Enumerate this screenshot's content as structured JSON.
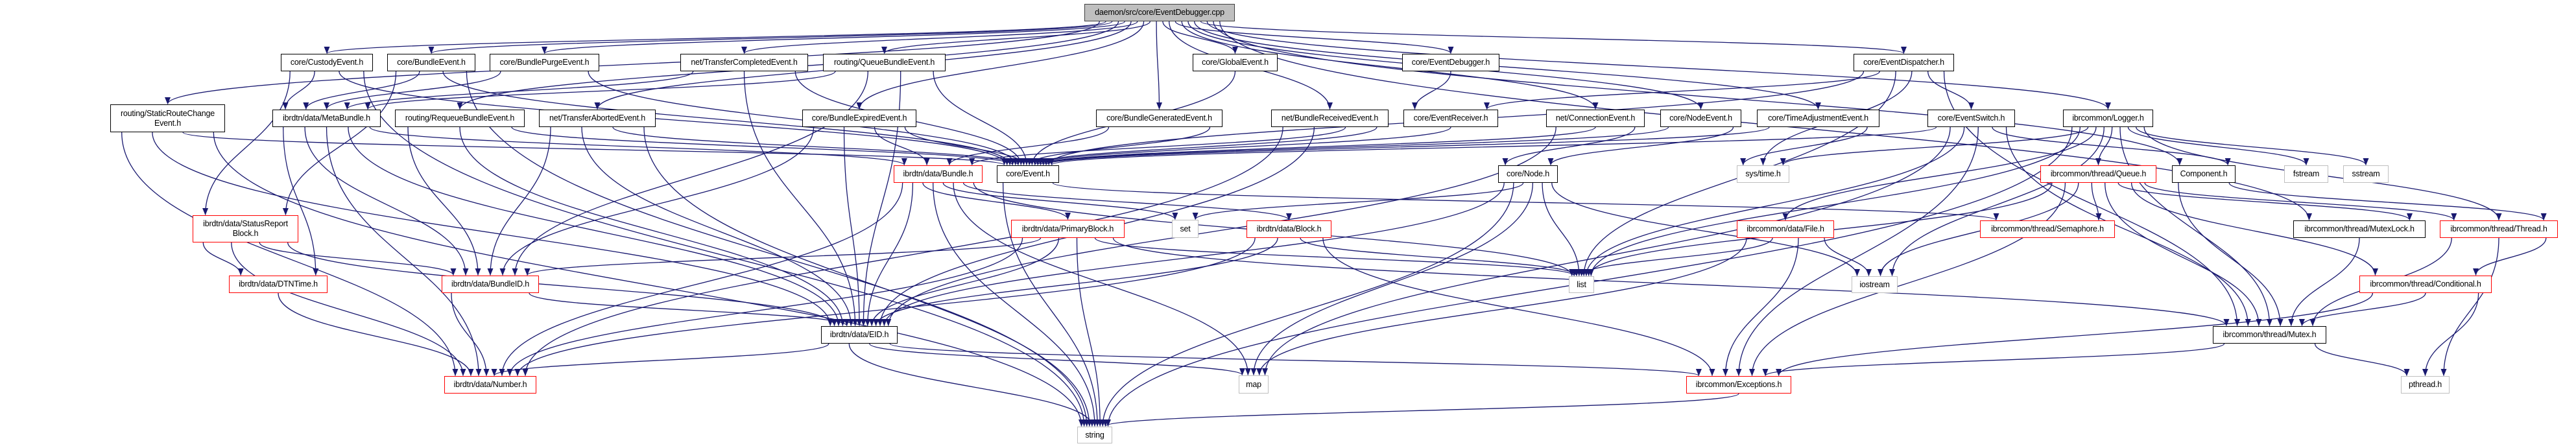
{
  "colors": {
    "edge": "#191970",
    "root_fill": "#bfbfbf",
    "root_border": "#404040",
    "documented_border": "#000000",
    "truncated_border": "#ff0000",
    "external_border": "#bfbfbf",
    "node_fill": "#ffffff",
    "text": "#000000"
  },
  "graph": {
    "root": "root",
    "nodes": [
      {
        "id": "root",
        "label": "daemon/src/core/EventDebugger.cpp",
        "style": "root"
      },
      {
        "id": "custody",
        "label": "core/CustodyEvent.h",
        "style": "documented"
      },
      {
        "id": "bevent",
        "label": "core/BundleEvent.h",
        "style": "documented"
      },
      {
        "id": "purge",
        "label": "core/BundlePurgeEvent.h",
        "style": "documented"
      },
      {
        "id": "tcomp",
        "label": "net/TransferCompletedEvent.h",
        "style": "documented"
      },
      {
        "id": "queueb",
        "label": "routing/QueueBundleEvent.h",
        "style": "documented"
      },
      {
        "id": "global",
        "label": "core/GlobalEvent.h",
        "style": "documented"
      },
      {
        "id": "evdbg",
        "label": "core/EventDebugger.h",
        "style": "documented"
      },
      {
        "id": "evdisp",
        "label": "core/EventDispatcher.h",
        "style": "documented"
      },
      {
        "id": "static",
        "label": "routing/StaticRouteChange\nEvent.h",
        "style": "documented"
      },
      {
        "id": "meta",
        "label": "ibrdtn/data/MetaBundle.h",
        "style": "documented"
      },
      {
        "id": "requeue",
        "label": "routing/RequeueBundleEvent.h",
        "style": "documented"
      },
      {
        "id": "tabort",
        "label": "net/TransferAbortedEvent.h",
        "style": "documented"
      },
      {
        "id": "bexp",
        "label": "core/BundleExpiredEvent.h",
        "style": "documented"
      },
      {
        "id": "bgen",
        "label": "core/BundleGeneratedEvent.h",
        "style": "documented"
      },
      {
        "id": "brecv",
        "label": "net/BundleReceivedEvent.h",
        "style": "documented"
      },
      {
        "id": "evrecv",
        "label": "core/EventReceiver.h",
        "style": "documented"
      },
      {
        "id": "conn",
        "label": "net/ConnectionEvent.h",
        "style": "documented"
      },
      {
        "id": "nodeev",
        "label": "core/NodeEvent.h",
        "style": "documented"
      },
      {
        "id": "timeadj",
        "label": "core/TimeAdjustmentEvent.h",
        "style": "documented"
      },
      {
        "id": "evswitch",
        "label": "core/EventSwitch.h",
        "style": "documented"
      },
      {
        "id": "logger",
        "label": "ibrcommon/Logger.h",
        "style": "documented"
      },
      {
        "id": "bundle",
        "label": "ibrdtn/data/Bundle.h",
        "style": "truncated"
      },
      {
        "id": "event",
        "label": "core/Event.h",
        "style": "documented"
      },
      {
        "id": "node",
        "label": "core/Node.h",
        "style": "documented"
      },
      {
        "id": "systime",
        "label": "sys/time.h",
        "style": "external"
      },
      {
        "id": "queue",
        "label": "ibrcommon/thread/Queue.h",
        "style": "truncated"
      },
      {
        "id": "component",
        "label": "Component.h",
        "style": "documented"
      },
      {
        "id": "fstream",
        "label": "fstream",
        "style": "external"
      },
      {
        "id": "sstream",
        "label": "sstream",
        "style": "external"
      },
      {
        "id": "statusrep",
        "label": "ibrdtn/data/StatusReport\nBlock.h",
        "style": "truncated"
      },
      {
        "id": "primary",
        "label": "ibrdtn/data/PrimaryBlock.h",
        "style": "truncated"
      },
      {
        "id": "set",
        "label": "set",
        "style": "external"
      },
      {
        "id": "block",
        "label": "ibrdtn/data/Block.h",
        "style": "truncated"
      },
      {
        "id": "file",
        "label": "ibrcommon/data/File.h",
        "style": "truncated"
      },
      {
        "id": "semaphore",
        "label": "ibrcommon/thread/Semaphore.h",
        "style": "truncated"
      },
      {
        "id": "mutexlock",
        "label": "ibrcommon/thread/MutexLock.h",
        "style": "documented"
      },
      {
        "id": "thread",
        "label": "ibrcommon/thread/Thread.h",
        "style": "truncated"
      },
      {
        "id": "dtntime",
        "label": "ibrdtn/data/DTNTime.h",
        "style": "truncated"
      },
      {
        "id": "bundleid",
        "label": "ibrdtn/data/BundleID.h",
        "style": "truncated"
      },
      {
        "id": "list",
        "label": "list",
        "style": "external"
      },
      {
        "id": "iostream",
        "label": "iostream",
        "style": "external"
      },
      {
        "id": "conditional",
        "label": "ibrcommon/thread/Conditional.h",
        "style": "truncated"
      },
      {
        "id": "eid",
        "label": "ibrdtn/data/EID.h",
        "style": "documented"
      },
      {
        "id": "mutex",
        "label": "ibrcommon/thread/Mutex.h",
        "style": "documented"
      },
      {
        "id": "number",
        "label": "ibrdtn/data/Number.h",
        "style": "truncated"
      },
      {
        "id": "map",
        "label": "map",
        "style": "external"
      },
      {
        "id": "exceptions",
        "label": "ibrcommon/Exceptions.h",
        "style": "truncated"
      },
      {
        "id": "pthread",
        "label": "pthread.h",
        "style": "external"
      },
      {
        "id": "string",
        "label": "string",
        "style": "external"
      }
    ],
    "edges": [
      [
        "root",
        "custody"
      ],
      [
        "root",
        "bevent"
      ],
      [
        "root",
        "purge"
      ],
      [
        "root",
        "tcomp"
      ],
      [
        "root",
        "queueb"
      ],
      [
        "root",
        "global"
      ],
      [
        "root",
        "evdbg"
      ],
      [
        "root",
        "evdisp"
      ],
      [
        "root",
        "static"
      ],
      [
        "root",
        "requeue"
      ],
      [
        "root",
        "tabort"
      ],
      [
        "root",
        "bexp"
      ],
      [
        "root",
        "bgen"
      ],
      [
        "root",
        "brecv"
      ],
      [
        "root",
        "conn"
      ],
      [
        "root",
        "nodeev"
      ],
      [
        "root",
        "timeadj"
      ],
      [
        "root",
        "logger"
      ],
      [
        "root",
        "component"
      ],
      [
        "root",
        "mutexlock"
      ],
      [
        "custody",
        "meta"
      ],
      [
        "custody",
        "event"
      ],
      [
        "custody",
        "statusrep"
      ],
      [
        "custody",
        "string"
      ],
      [
        "bevent",
        "meta"
      ],
      [
        "bevent",
        "event"
      ],
      [
        "bevent",
        "statusrep"
      ],
      [
        "bevent",
        "string"
      ],
      [
        "purge",
        "meta"
      ],
      [
        "purge",
        "event"
      ],
      [
        "tcomp",
        "meta"
      ],
      [
        "tcomp",
        "event"
      ],
      [
        "tcomp",
        "eid"
      ],
      [
        "queueb",
        "meta"
      ],
      [
        "queueb",
        "event"
      ],
      [
        "queueb",
        "eid"
      ],
      [
        "queueb",
        "bundleid"
      ],
      [
        "global",
        "event"
      ],
      [
        "evdbg",
        "evrecv"
      ],
      [
        "evdisp",
        "event"
      ],
      [
        "evdisp",
        "evswitch"
      ],
      [
        "evdisp",
        "evrecv"
      ],
      [
        "evdisp",
        "systime"
      ],
      [
        "evdisp",
        "mutex"
      ],
      [
        "evdisp",
        "list"
      ],
      [
        "static",
        "event"
      ],
      [
        "static",
        "eid"
      ],
      [
        "static",
        "number"
      ],
      [
        "static",
        "string"
      ],
      [
        "meta",
        "bundle"
      ],
      [
        "meta",
        "bundleid"
      ],
      [
        "meta",
        "dtntime"
      ],
      [
        "meta",
        "number"
      ],
      [
        "meta",
        "eid"
      ],
      [
        "requeue",
        "event"
      ],
      [
        "requeue",
        "bundleid"
      ],
      [
        "requeue",
        "eid"
      ],
      [
        "tabort",
        "event"
      ],
      [
        "tabort",
        "bundleid"
      ],
      [
        "tabort",
        "eid"
      ],
      [
        "tabort",
        "string"
      ],
      [
        "bexp",
        "event"
      ],
      [
        "bexp",
        "bundle"
      ],
      [
        "bexp",
        "bundleid"
      ],
      [
        "bexp",
        "eid"
      ],
      [
        "bgen",
        "event"
      ],
      [
        "bgen",
        "bundle"
      ],
      [
        "brecv",
        "event"
      ],
      [
        "brecv",
        "bundle"
      ],
      [
        "brecv",
        "eid"
      ],
      [
        "brecv",
        "number"
      ],
      [
        "evrecv",
        "event"
      ],
      [
        "conn",
        "event"
      ],
      [
        "conn",
        "node"
      ],
      [
        "conn",
        "eid"
      ],
      [
        "nodeev",
        "event"
      ],
      [
        "nodeev",
        "node"
      ],
      [
        "timeadj",
        "event"
      ],
      [
        "timeadj",
        "systime"
      ],
      [
        "evswitch",
        "event"
      ],
      [
        "evswitch",
        "component"
      ],
      [
        "evswitch",
        "mutex"
      ],
      [
        "evswitch",
        "exceptions"
      ],
      [
        "evswitch",
        "list"
      ],
      [
        "evswitch",
        "map"
      ],
      [
        "logger",
        "iostream"
      ],
      [
        "logger",
        "fstream"
      ],
      [
        "logger",
        "sstream"
      ],
      [
        "logger",
        "queue"
      ],
      [
        "logger",
        "thread"
      ],
      [
        "logger",
        "mutex"
      ],
      [
        "logger",
        "file"
      ],
      [
        "logger",
        "list"
      ],
      [
        "logger",
        "string"
      ],
      [
        "logger",
        "systime"
      ],
      [
        "bundle",
        "primary"
      ],
      [
        "bundle",
        "block"
      ],
      [
        "bundle",
        "set"
      ],
      [
        "bundle",
        "list"
      ],
      [
        "bundle",
        "map"
      ],
      [
        "bundle",
        "eid"
      ],
      [
        "bundle",
        "number"
      ],
      [
        "bundle",
        "string"
      ],
      [
        "event",
        "string"
      ],
      [
        "event",
        "semaphore"
      ],
      [
        "node",
        "set"
      ],
      [
        "node",
        "list"
      ],
      [
        "node",
        "string"
      ],
      [
        "node",
        "eid"
      ],
      [
        "node",
        "iostream"
      ],
      [
        "node",
        "map"
      ],
      [
        "component",
        "mutex"
      ],
      [
        "component",
        "thread"
      ],
      [
        "queue",
        "semaphore"
      ],
      [
        "queue",
        "mutexlock"
      ],
      [
        "queue",
        "conditional"
      ],
      [
        "queue",
        "exceptions"
      ],
      [
        "queue",
        "iostream"
      ],
      [
        "queue",
        "thread"
      ],
      [
        "queue",
        "mutex"
      ],
      [
        "queue",
        "list"
      ],
      [
        "statusrep",
        "dtntime"
      ],
      [
        "statusrep",
        "number"
      ],
      [
        "statusrep",
        "bundleid"
      ],
      [
        "statusrep",
        "eid"
      ],
      [
        "primary",
        "eid"
      ],
      [
        "primary",
        "number"
      ],
      [
        "primary",
        "bundleid"
      ],
      [
        "primary",
        "mutex"
      ],
      [
        "primary",
        "string"
      ],
      [
        "primary",
        "list"
      ],
      [
        "block",
        "eid"
      ],
      [
        "block",
        "number"
      ],
      [
        "block",
        "list"
      ],
      [
        "block",
        "exceptions"
      ],
      [
        "file",
        "exceptions"
      ],
      [
        "file",
        "list"
      ],
      [
        "file",
        "iostream"
      ],
      [
        "file",
        "map"
      ],
      [
        "thread",
        "conditional"
      ],
      [
        "thread",
        "mutex"
      ],
      [
        "thread",
        "pthread"
      ],
      [
        "mutexlock",
        "mutex"
      ],
      [
        "dtntime",
        "number"
      ],
      [
        "bundleid",
        "number"
      ],
      [
        "bundleid",
        "eid"
      ],
      [
        "conditional",
        "mutex"
      ],
      [
        "conditional",
        "pthread"
      ],
      [
        "conditional",
        "exceptions"
      ],
      [
        "eid",
        "string"
      ],
      [
        "eid",
        "map"
      ],
      [
        "eid",
        "exceptions"
      ],
      [
        "eid",
        "number"
      ],
      [
        "mutex",
        "pthread"
      ],
      [
        "mutex",
        "exceptions"
      ],
      [
        "exceptions",
        "string"
      ]
    ]
  }
}
